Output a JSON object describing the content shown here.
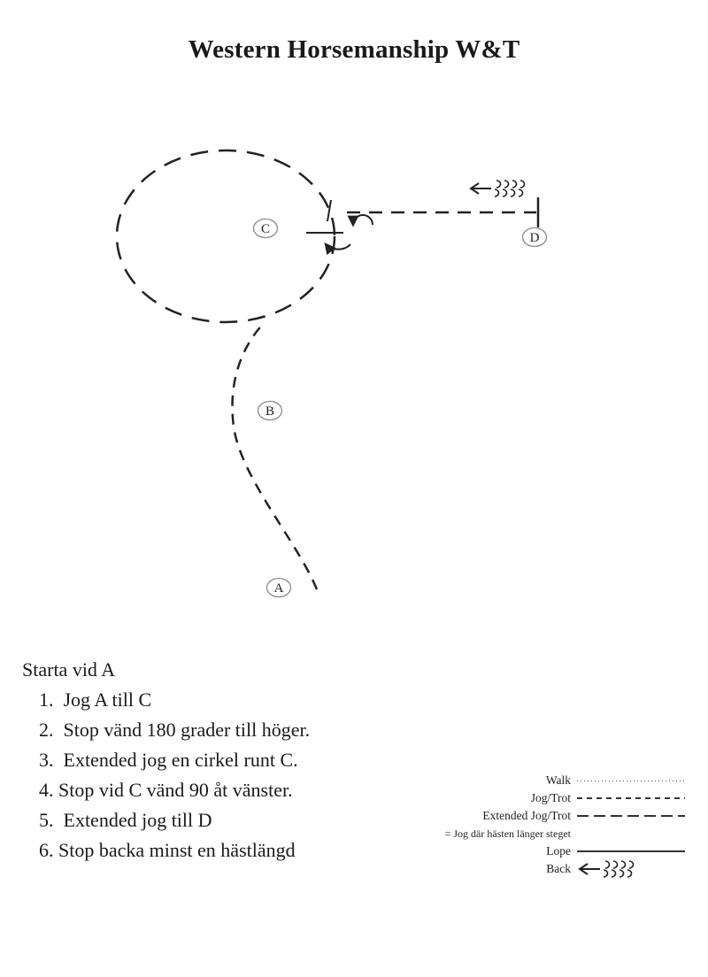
{
  "page": {
    "title": "Western Horsemanship W&T"
  },
  "diagram": {
    "labels": {
      "a": "A",
      "b": "B",
      "c": "C",
      "d": "D"
    }
  },
  "instructions": {
    "start": "Starta vid A",
    "steps": [
      "1.  Jog A till C",
      "2.  Stop vänd 180 grader till höger.",
      "3.  Extended jog en cirkel runt C.",
      "4. Stop vid C vänd 90 åt vänster.",
      "5.  Extended jog till D",
      "6. Stop backa minst en hästlängd"
    ]
  },
  "legend": {
    "walk": "Walk",
    "jog_trot": "Jog/Trot",
    "extended_jog_trot": "Extended Jog/Trot",
    "extended_note": "= Jog där hästen länger steget",
    "lope": "Lope",
    "back": "Back"
  }
}
